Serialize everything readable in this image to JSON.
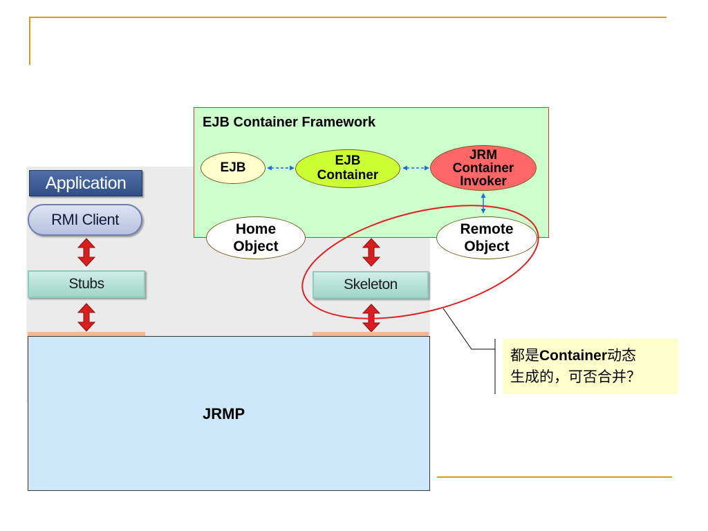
{
  "rmi": {
    "application_label": "Application",
    "client_label": "RMI Client",
    "stubs_label": "Stubs",
    "skeleton_label": "Skeleton"
  },
  "ejb_framework": {
    "title": "EJB Container Framework",
    "ejb_label": "EJB",
    "container_label": "EJB\nContainer",
    "invoker_label": "JRM\nContainer\nInvoker",
    "home_label": "Home\nObject",
    "remote_label": "Remote\nObject"
  },
  "jrmp": {
    "label": "JRMP"
  },
  "note": {
    "prefix": "都是",
    "emphasis": "Container",
    "suffix": "动态",
    "line2": "生成的，可否合并？"
  },
  "colors": {
    "accent_line": "#d4a017",
    "framework_bg": "#ccffcc",
    "ejb_fill": "#ffffcc",
    "container_fill": "#ccff33",
    "invoker_fill": "#ff6666",
    "jrmp_bg": "#cce8fa",
    "note_bg": "#ffffcc",
    "highlight_ellipse": "#e02020",
    "connector": "#1a6fd6"
  }
}
